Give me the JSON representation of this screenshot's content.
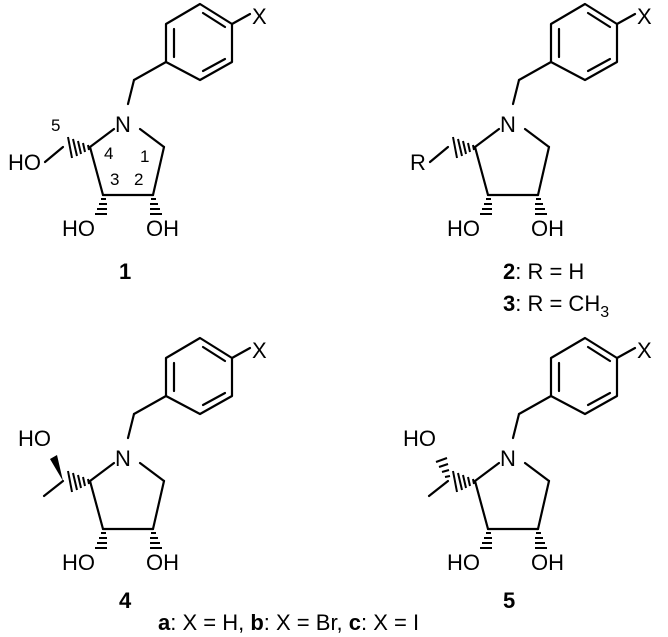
{
  "labels": {
    "N": "N",
    "X": "X",
    "HO": "HO",
    "OH": "OH",
    "R": "R"
  },
  "atom_numbers": [
    "5",
    "4",
    "3",
    "2",
    "1"
  ],
  "compounds": {
    "c1": "1",
    "c2": "2",
    "c3": "3",
    "c4": "4",
    "c5": "5"
  },
  "substituents": {
    "line2_sep": ": R = H",
    "line3_sep": ": R = CH",
    "line3_sub": "3"
  },
  "footnote": {
    "a": "a",
    "a_text": ": X = H, ",
    "b": "b",
    "b_text": ": X = Br, ",
    "c": "c",
    "c_text": ": X = I"
  }
}
